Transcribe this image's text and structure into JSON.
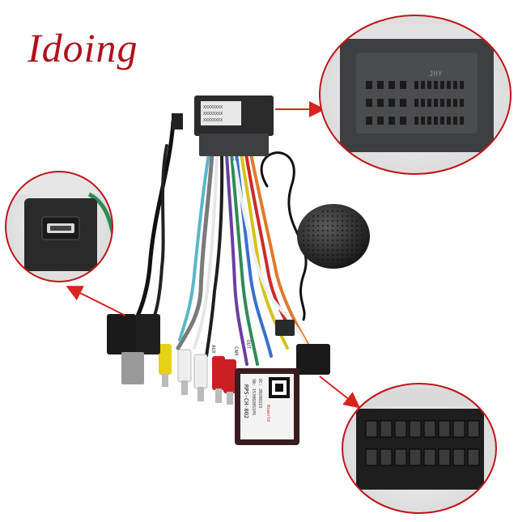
{
  "brand": {
    "name": "Idoing",
    "color": "#b0121b"
  },
  "colors": {
    "arrow": "#d9231e",
    "lens_border": "#c0151c",
    "connector": "#3d3f40"
  },
  "zoom_top": {
    "molded_text": "JHY"
  },
  "canbus_box": {
    "model": "RPS-CH-002",
    "sn_label": "SN: 1530020S1P6",
    "dc_label": "DC: 20200223",
    "logo_text": "Hiworld"
  },
  "main_connector": {
    "label_lines": [
      "XXXXXXXX",
      "XXXXXXXX",
      "XXXXXXXX"
    ]
  },
  "cable_labels": [
    "AUX",
    "CAM",
    "OUT"
  ]
}
